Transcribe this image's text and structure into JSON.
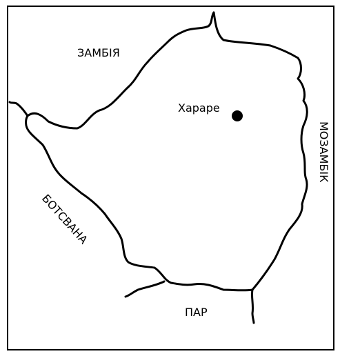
{
  "map": {
    "labels": {
      "north": "ЗАМБІЯ",
      "east": "МОЗАМБІК",
      "west": "БОТСВАНА",
      "south": "ПАР"
    },
    "capital": {
      "name": "Хараре"
    },
    "colors": {
      "ink": "#000000",
      "background": "#ffffff"
    }
  }
}
